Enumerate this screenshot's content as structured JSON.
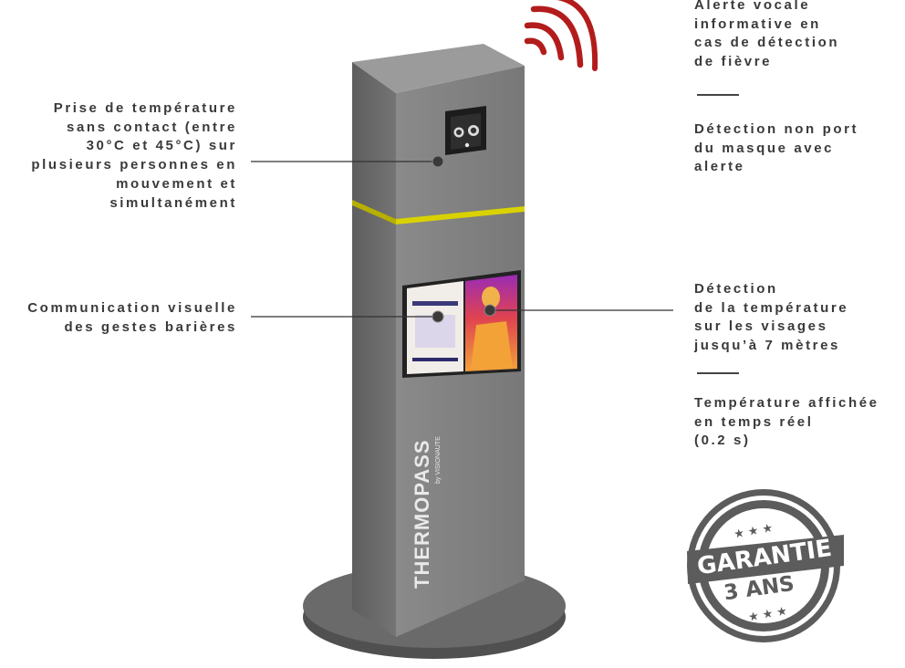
{
  "labels": {
    "left_top": [
      "Prise de température",
      "sans contact (entre",
      "30°C et 45°C) sur",
      "plusieurs personnes en",
      "mouvement et",
      "simultanément"
    ],
    "left_mid": [
      "Communication visuelle",
      "des gestes barières"
    ],
    "right_top": [
      "Alerte vocale",
      "informative en",
      "cas de détection",
      "de fièvre"
    ],
    "right_top2": [
      "Détection non port",
      "du masque avec",
      "alerte"
    ],
    "right_mid": [
      "Détection",
      "de la température",
      "sur les visages",
      "jusqu’à 7 mètres"
    ],
    "right_bottom": [
      "Température affichée",
      "en temps réel",
      "(0.2 s)"
    ]
  },
  "product": {
    "brand": "THERMOPASS",
    "by_line": "by VISIONAUTE",
    "screen_title": "PROTÉGEONS-NOUS"
  },
  "badge": {
    "line1": "GARANTIE",
    "line2": "3 ANS"
  },
  "colors": {
    "pillar_front": "#7f7f7f",
    "pillar_side": "#6c6c6c",
    "pillar_top": "#9a9a9a",
    "accent_band": "#d9d200",
    "alert_red": "#b31c1c",
    "badge_gray": "#5a5a5a",
    "text": "#3a3a3a"
  },
  "icons": [
    "alert-waves-icon",
    "thermal-camera-icon",
    "star-icon"
  ]
}
